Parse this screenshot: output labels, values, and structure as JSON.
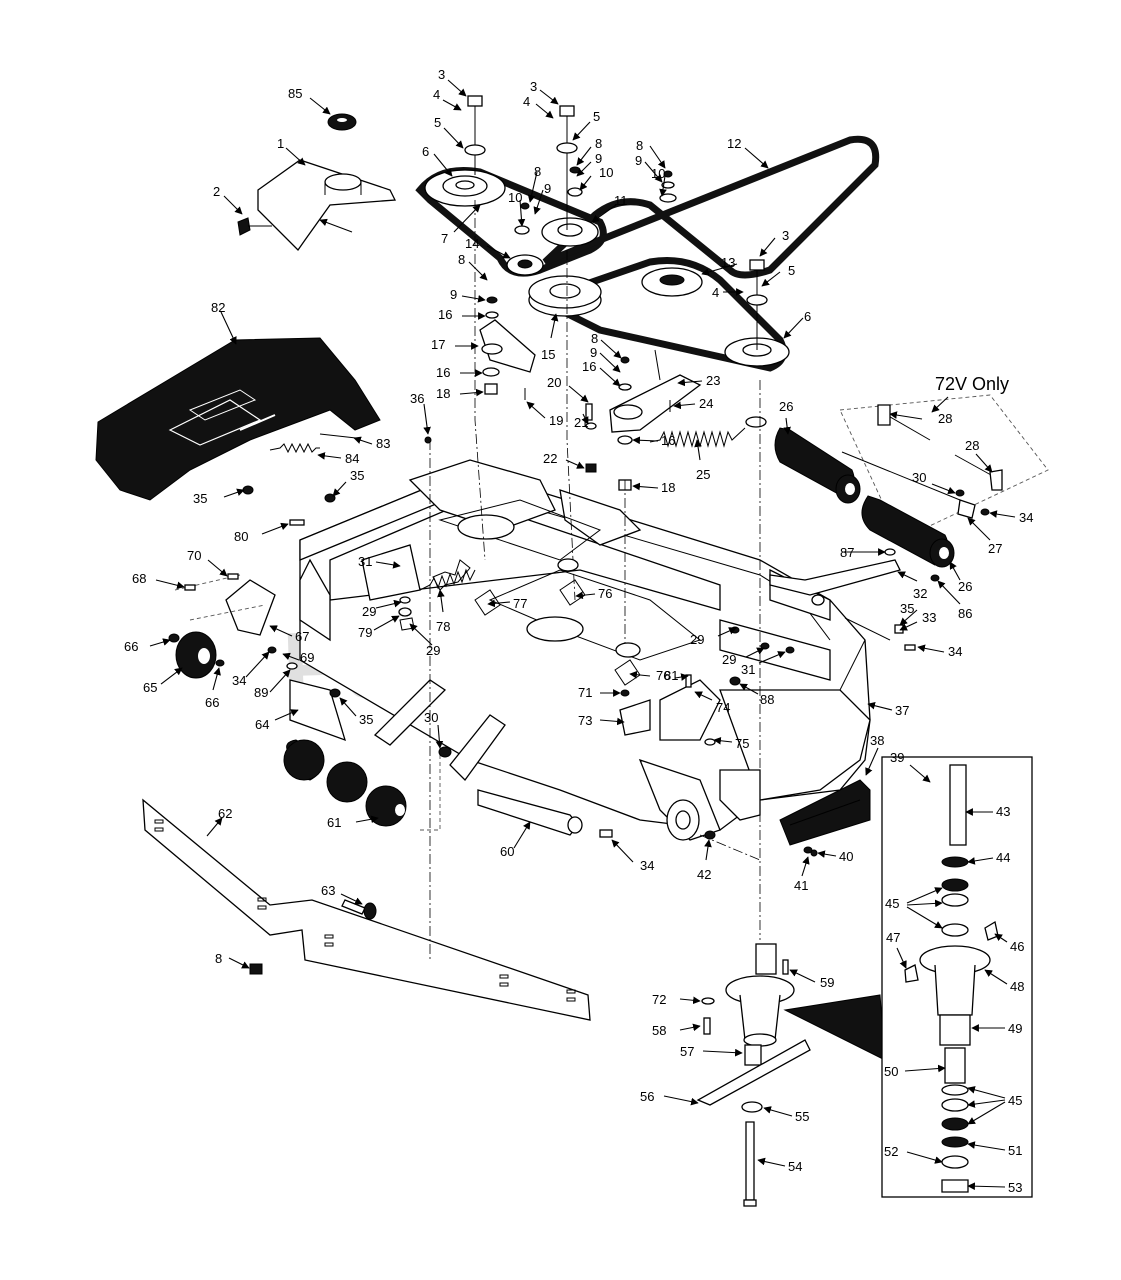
{
  "watermark": "PartsTree",
  "note_72v": "72V Only",
  "callouts": {
    "c1": "1",
    "c2": "2",
    "c3": "3",
    "c4": "4",
    "c5": "5",
    "c6": "6",
    "c7": "7",
    "c8": "8",
    "c9": "9",
    "c10": "10",
    "c11": "11",
    "c12": "12",
    "c13": "13",
    "c14": "14",
    "c15": "15",
    "c16": "16",
    "c17": "17",
    "c18": "18",
    "c19": "19",
    "c20": "20",
    "c21": "21",
    "c22": "22",
    "c23": "23",
    "c24": "24",
    "c25": "25",
    "c26": "26",
    "c27": "27",
    "c28": "28",
    "c29": "29",
    "c30": "30",
    "c31": "31",
    "c32": "32",
    "c33": "33",
    "c34": "34",
    "c35": "35",
    "c36": "36",
    "c37": "37",
    "c38": "38",
    "c39": "39",
    "c40": "40",
    "c41": "41",
    "c42": "42",
    "c43": "43",
    "c44": "44",
    "c45": "45",
    "c46": "46",
    "c47": "47",
    "c48": "48",
    "c49": "49",
    "c50": "50",
    "c51": "51",
    "c52": "52",
    "c53": "53",
    "c54": "54",
    "c55": "55",
    "c56": "56",
    "c57": "57",
    "c58": "58",
    "c59": "59",
    "c60": "60",
    "c61": "61",
    "c62": "62",
    "c63": "63",
    "c64": "64",
    "c65": "65",
    "c66": "66",
    "c67": "67",
    "c68": "68",
    "c69": "69",
    "c70": "70",
    "c71": "71",
    "c72": "72",
    "c73": "73",
    "c74": "74",
    "c75": "75",
    "c76": "76",
    "c77": "77",
    "c78": "78",
    "c79": "79",
    "c80": "80",
    "c81": "81",
    "c82": "82",
    "c83": "83",
    "c84": "84",
    "c85": "85",
    "c86": "86",
    "c87": "87",
    "c88": "88",
    "c89": "89"
  }
}
